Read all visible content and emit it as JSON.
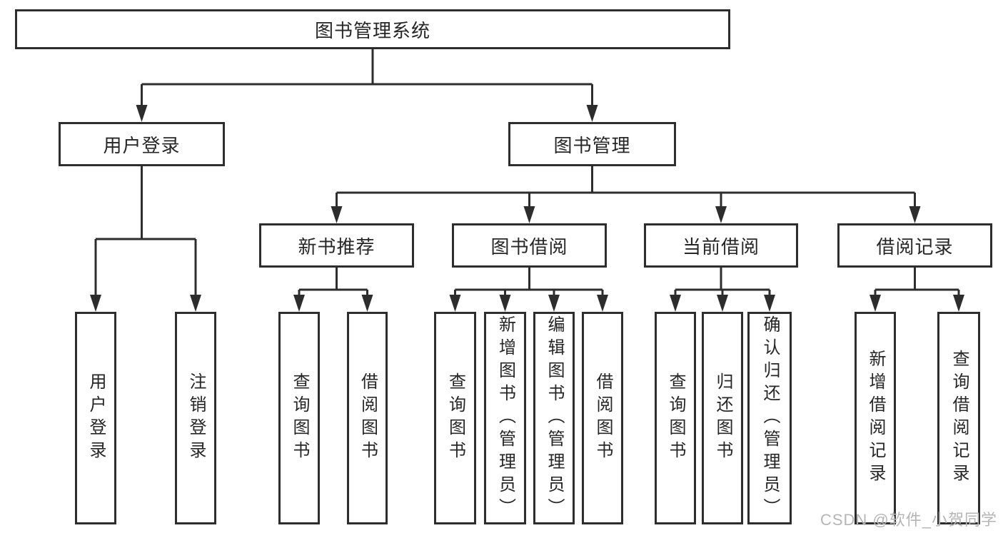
{
  "tree": {
    "root": "图书管理系统",
    "branches": [
      {
        "label": "用户登录",
        "leaves": [
          "用户登录",
          "注销登录"
        ]
      },
      {
        "label": "图书管理",
        "groups": [
          {
            "label": "新书推荐",
            "leaves": [
              "查询图书",
              "借阅图书"
            ]
          },
          {
            "label": "图书借阅",
            "leaves": [
              "查询图书",
              "新增图书（管理员）",
              "编辑图书（管理员）",
              "借阅图书"
            ]
          },
          {
            "label": "当前借阅",
            "leaves": [
              "查询图书",
              "归还图书",
              "确认归还（管理员）"
            ]
          },
          {
            "label": "借阅记录",
            "leaves": [
              "新增借阅记录",
              "查询借阅记录"
            ]
          }
        ]
      }
    ]
  },
  "watermark": {
    "text": "CSDN @软件_小贺同学"
  },
  "colors": {
    "box_border": "#2d2d2d",
    "connector_line": "#2d2d2d",
    "label_text": "#262626",
    "watermark_text": "#b5b5b5",
    "background": "#ffffff"
  }
}
